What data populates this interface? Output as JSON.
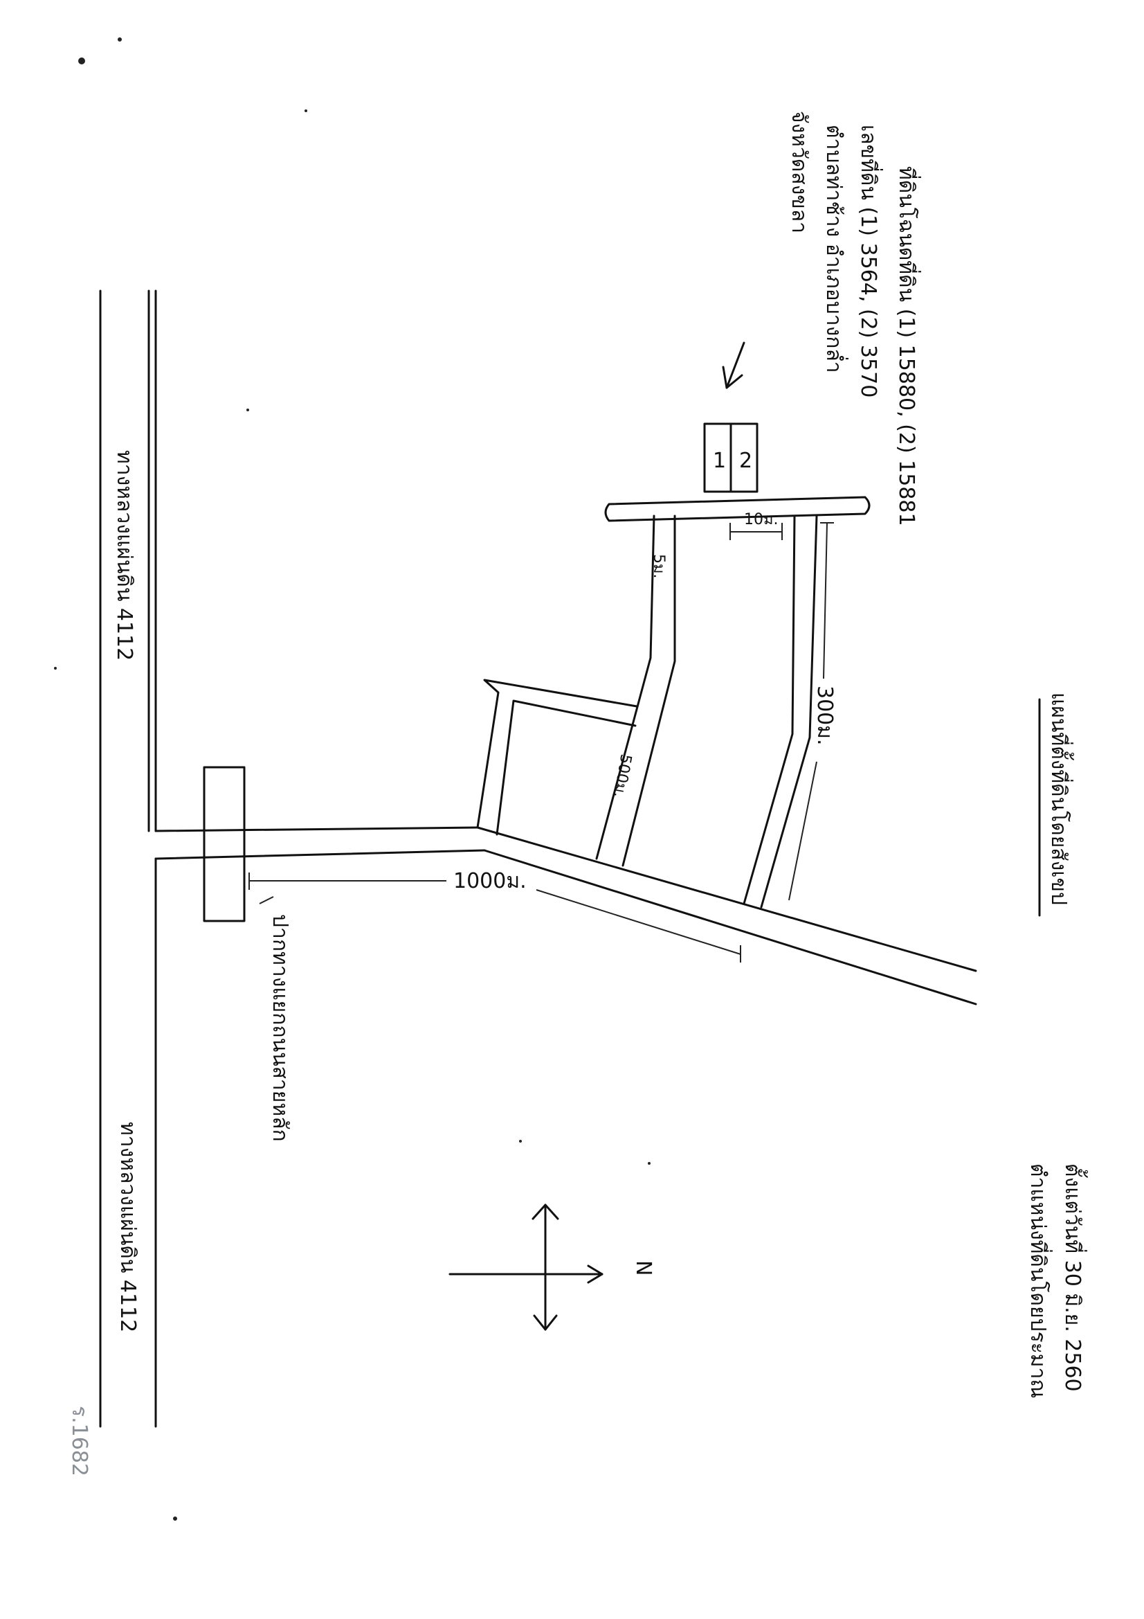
{
  "highway_top": "ทางหลวงแผ่นดิน 4112",
  "highway_bottom": "ทางหลวงแผ่นดิน 4112",
  "heading": "แผนที่ตั้งที่ดินโดยสังเขป",
  "description_lines": [
    "ที่ดินโฉนดที่ดิน (1) 15880, (2) 15881",
    "เลขที่ดิน (1) 3564, (2) 3570",
    "ตำบลท่าช้าง อำเภอบางกล่ำ",
    "จังหวัดสงขลา"
  ],
  "branch_note": "ปากทางแยกถนนสายหลัก",
  "dimension_long": "1000ม.",
  "dimension_right": "300ม.",
  "dimension_mid": "500ม.",
  "dimension_small_top": "5ม.",
  "dimension_small_gap": "10ม.",
  "parcel_1": "1",
  "parcel_2": "2",
  "north_symbol": "N",
  "footer_line_1": "ตั้งแต่วันที่ 30 มิ.ย. 2560",
  "footer_line_2": "ตำแหน่งที่ดินโดยประมาณ",
  "margin_number": "ร.1682"
}
